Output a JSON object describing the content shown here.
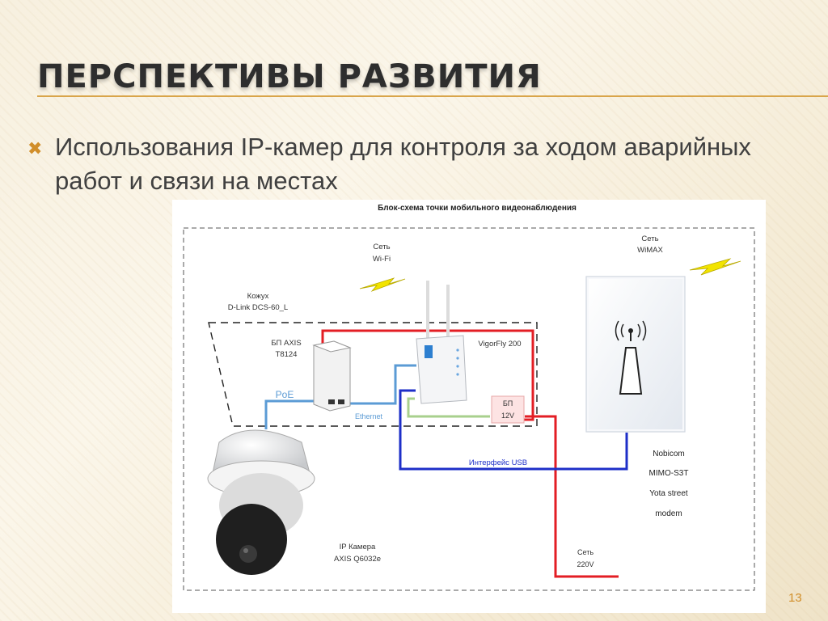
{
  "slide": {
    "title": "Перспективы развития",
    "bullet": "Использования IP-камер для контроля за ходом аварийных работ и связи на местах",
    "page_number": "13",
    "accent_color": "#d18e2a"
  },
  "diagram": {
    "title": "Блок-схема точки мобильного видеонаблюдения",
    "wifi_line1": "Сеть",
    "wifi_line2": "Wi-Fi",
    "wimax_line1": "Сеть",
    "wimax_line2": "WiMAX",
    "housing_line1": "Кожух",
    "housing_line2": "D-Link DCS-60_L",
    "psu_axis_line1": "БП AXIS",
    "psu_axis_line2": "T8124",
    "router": "VigorFly 200",
    "psu12_line1": "БП",
    "psu12_line2": "12V",
    "poe": "PoE",
    "ethernet": "Ethernet",
    "usb": "Интерфейс USB",
    "modem_line1": "Nobicom",
    "modem_line2": "MIMO-S3T",
    "modem_line3": "Yota street",
    "modem_line4": "modem",
    "camera_line1": "IP Камера",
    "camera_line2": "AXIS Q6032e",
    "power_line1": "Сеть",
    "power_line2": "220V",
    "colors": {
      "power": "#e31e24",
      "usb": "#1e2fc8",
      "ethernet": "#5b9bd5",
      "green": "#a8d08d",
      "lightning": "#f2e400"
    },
    "icons": [
      "lightning-icon",
      "antenna-icon",
      "dome-camera-icon"
    ]
  }
}
